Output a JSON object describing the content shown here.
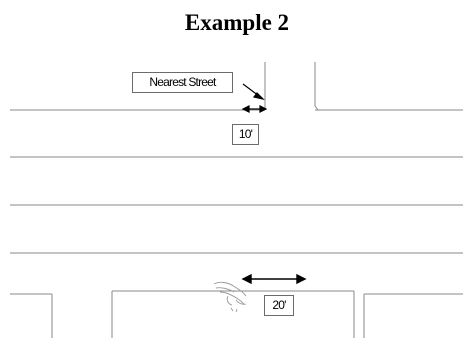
{
  "title": "Example 2",
  "labels": {
    "street": "Nearest Street",
    "near_distance": "10'",
    "far_distance": "20'"
  },
  "colors": {
    "line": "#8a8a8a",
    "arrow": "#000000",
    "label_border": "#6b6b6b"
  },
  "icons": {
    "hand": "pointing-hand-icon"
  }
}
